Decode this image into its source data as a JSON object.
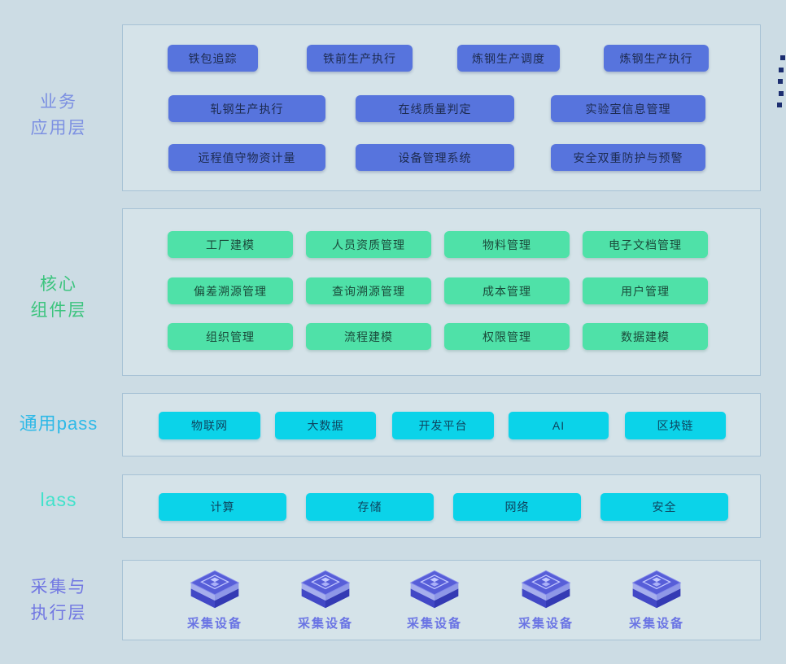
{
  "labels": {
    "business": {
      "line1": "业务",
      "line2": "应用层"
    },
    "core": {
      "line1": "核心",
      "line2": "组件层"
    },
    "paas": {
      "line1": "通用pass"
    },
    "iaas": {
      "line1": "lass"
    },
    "collect": {
      "line1": "采集与",
      "line2": "执行层"
    }
  },
  "business_buttons": {
    "row1": [
      "铁包追踪",
      "铁前生产执行",
      "炼钢生产调度",
      "炼钢生产执行"
    ],
    "row2": [
      "轧钢生产执行",
      "在线质量判定",
      "实验室信息管理"
    ],
    "row3": [
      "远程值守物资计量",
      "设备管理系统",
      "安全双重防护与预警"
    ]
  },
  "core_buttons": {
    "row1": [
      "工厂建模",
      "人员资质管理",
      "物料管理",
      "电子文档管理"
    ],
    "row2": [
      "偏差溯源管理",
      "查询溯源管理",
      "成本管理",
      "用户管理"
    ],
    "row3": [
      "组织管理",
      "流程建模",
      "权限管理",
      "数据建模"
    ]
  },
  "paas_buttons": [
    "物联网",
    "大数据",
    "开发平台",
    "AI",
    "区块链"
  ],
  "iaas_buttons": [
    "计算",
    "存储",
    "网络",
    "安全"
  ],
  "devices": [
    "采集设备",
    "采集设备",
    "采集设备",
    "采集设备",
    "采集设备"
  ],
  "colors": {
    "page_bg": "#ccdce4",
    "panel_border": "#a7c2d5",
    "business_chip": "#5774dd",
    "core_chip": "#4fe1a8",
    "cloud_chip": "#0bd3e9",
    "business_label": "#7c90e2",
    "core_label": "#3cc47e",
    "paas_label": "#2eb9e7",
    "iaas_label": "#41e2cb",
    "collect_label": "#7177e2",
    "device_label": "#6a74e4",
    "cube_top": "#575ed8",
    "cube_side_dark": "#343ab4",
    "edge_mark": "#1c2e70"
  }
}
